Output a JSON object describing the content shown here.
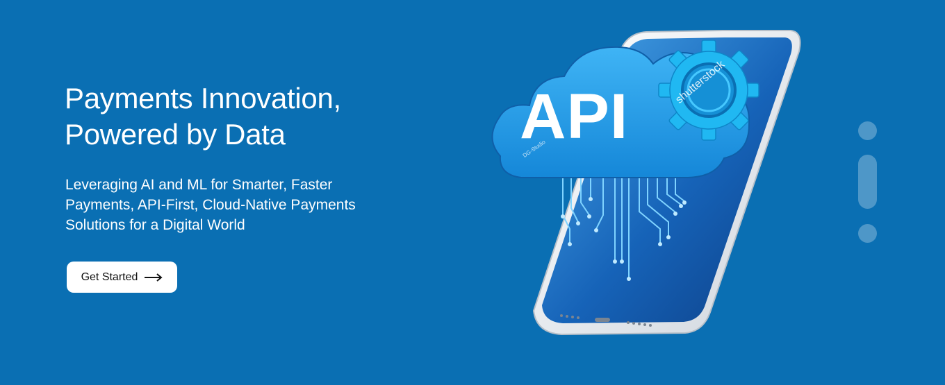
{
  "hero": {
    "headline_line1": "Payments Innovation,",
    "headline_line2": "Powered by Data",
    "subtext_line1": "Leveraging AI and ML for Smarter, Faster",
    "subtext_line2": "Payments, API-First, Cloud-Native Payments",
    "subtext_line3": "Solutions for a Digital World",
    "cta_label": "Get Started",
    "cta_icon": "arrow-right-icon"
  },
  "illustration": {
    "cloud_text": "API",
    "watermark": "shutterstock",
    "watermark_small": "DG-Studio"
  },
  "slider": {
    "slide_count": 3,
    "active_index": 1
  },
  "colors": {
    "background": "#0a6fb3",
    "cta_bg": "#ffffff",
    "cloud": "#1e9be6",
    "gear": "#17b6f0"
  }
}
